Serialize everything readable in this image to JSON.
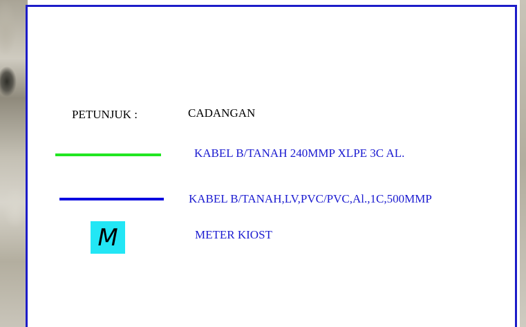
{
  "legend": {
    "heading": "PETUNJUK :",
    "reserve_label": "CADANGAN",
    "items": [
      {
        "symbol": "line",
        "color": "#22e622",
        "label": "KABEL B/TANAH 240MMP XLPE 3C AL."
      },
      {
        "symbol": "line",
        "color": "#0a0ae0",
        "label": "KABEL B/TANAH,LV,PVC/PVC,Al.,1C,500MMP"
      },
      {
        "symbol": "box",
        "color": "#22e6f5",
        "glyph": "M",
        "label": "METER KIOST"
      }
    ]
  },
  "colors": {
    "border": "#1c1cc8",
    "label_text": "#1a1ad0"
  }
}
